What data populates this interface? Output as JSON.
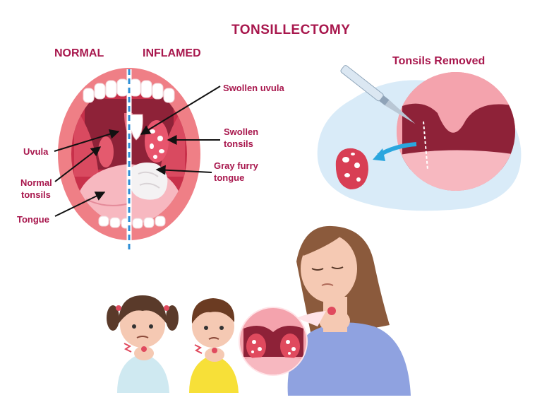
{
  "title": "TONSILLECTOMY",
  "headings": {
    "normal": "NORMAL",
    "inflamed": "INFLAMED",
    "removed": "Tonsils Removed"
  },
  "labels": {
    "uvula": "Uvula",
    "normal_tonsils_1": "Normal",
    "normal_tonsils_2": "tonsils",
    "tongue": "Tongue",
    "swollen_uvula": "Swollen uvula",
    "swollen_tonsils_1": "Swollen",
    "swollen_tonsils_2": "tonsils",
    "gray_tongue_1": "Gray furry",
    "gray_tongue_2": "tongue"
  },
  "colors": {
    "accent": "#a8174d",
    "lip": "#ef7f86",
    "throat": "#8e2238",
    "tongue": "#f7b8c0",
    "divider": "#2f8fd6",
    "blob_bg": "#d9ebf8",
    "scalpel_arrow": "#2aa6de"
  }
}
